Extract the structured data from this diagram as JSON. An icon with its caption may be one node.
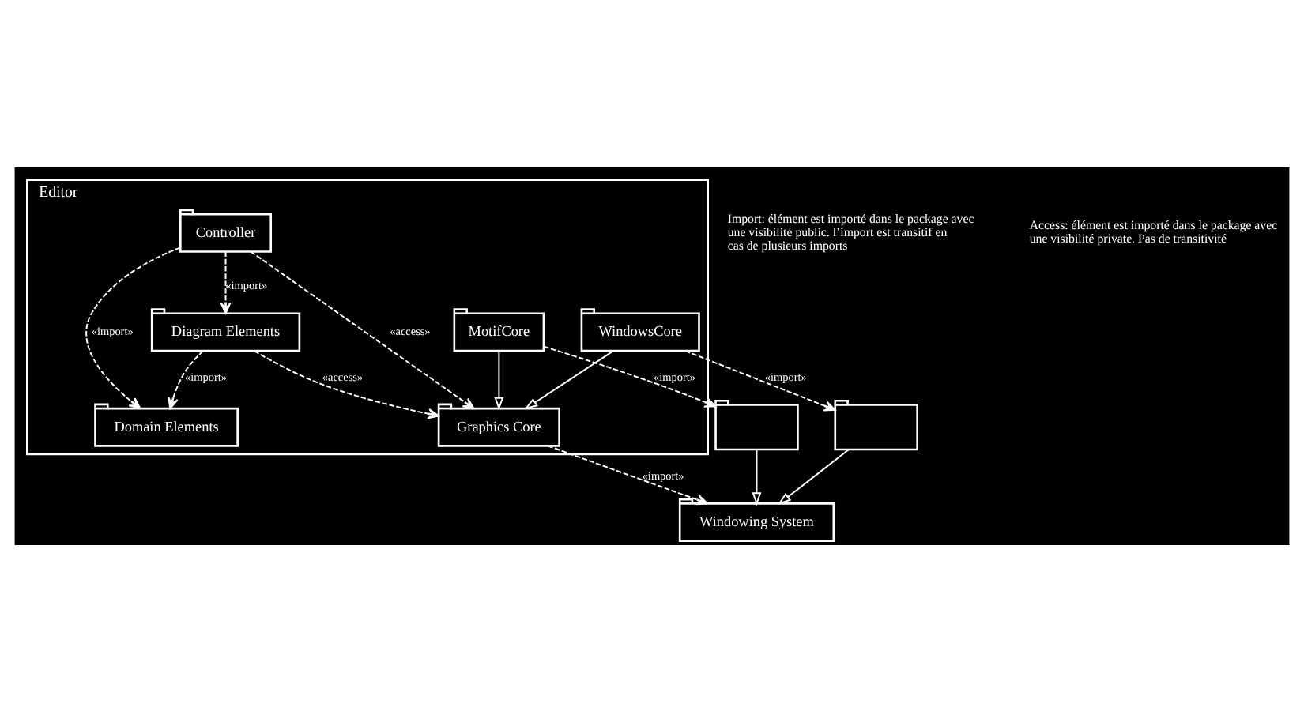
{
  "diagram": {
    "nodes": [
      {
        "text": [
          "Editor"
        ]
      },
      {
        "text": [
          "Controller"
        ],
        "in": 0
      },
      {
        "text": [
          "Diagram Elements"
        ],
        "in": 0
      },
      {
        "text": [
          "Domain Elements"
        ],
        "in": 0
      },
      {
        "text": [
          "Graphics Core"
        ],
        "in": 0
      },
      {
        "text": [
          "MotifCore"
        ],
        "in": 0
      },
      {
        "text": [
          "WindowsCore"
        ],
        "in": 0
      },
      {
        "text": [
          "Windowing System"
        ]
      },
      {
        "text": [],
        "shape": "folder"
      },
      {
        "text": [],
        "shape": "folder"
      }
    ],
    "edges": [
      {
        "from": 1,
        "to": 3,
        "arrow": "to",
        "label": "«import»",
        "style": "dashed"
      },
      {
        "from": 1,
        "to": 2,
        "arrow": "to",
        "label": "«import»",
        "style": "dashed"
      },
      {
        "from": 2,
        "to": 3,
        "arrow": "to",
        "label": "«import»",
        "style": "dashed"
      },
      {
        "from": 2,
        "to": 4,
        "arrow": "to",
        "label": "«access»",
        "style": "dashed"
      },
      {
        "from": 1,
        "to": 4,
        "arrow": "to",
        "label": "«access»",
        "style": "dashed"
      },
      {
        "from": 4,
        "to": 7,
        "arrow": "to",
        "label": "«import»",
        "style": "dashed"
      },
      {
        "from": 5,
        "to": 4,
        "arrow": "to"
      },
      {
        "from": 6,
        "to": 4,
        "arrow": "to"
      },
      {
        "from": 5,
        "to": 8,
        "arrow": "to",
        "label": "«import»",
        "style": "dashed"
      },
      {
        "from": 6,
        "to": 9,
        "arrow": "to",
        "label": "«import»",
        "style": "dashed"
      },
      {
        "from": 8,
        "to": 7,
        "arrow": "to"
      },
      {
        "from": 9,
        "to": 7,
        "arrow": "to"
      }
    ],
    "labels": [
      "Import: élément est importé dans le package avec une visibilité public. l’import est transitif en cas de plusieurs imports",
      "Access: élément est importé dans le package avec une visibilité private. Pas de transitivité"
    ]
  }
}
